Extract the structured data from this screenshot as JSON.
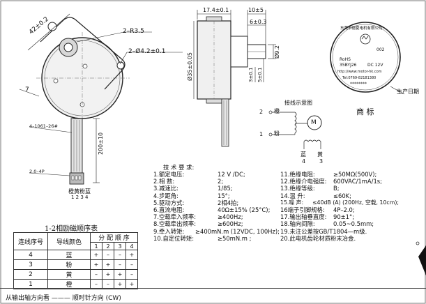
{
  "drawing": {
    "dim_radius": "2–R3.5",
    "dim_holes": "2–Ø4.2±0.1",
    "dim_42": "42±0.2",
    "dim_7": "7",
    "dim_wire": "4–1061–26#",
    "dim_connector": "2.0–4P",
    "dim_200": "200±10",
    "colors_label": "橙黄粉蓝",
    "pins_label": "1 2 3 4",
    "dim_17": "17.4±0.1",
    "dim_10": "10±5",
    "dim_6": "6±0.3",
    "dim_35": "Ø35±0.05",
    "dim_92": "Ø9.2",
    "dim_3": "3±0.1",
    "dim_5": "5±0.1",
    "wiring_title": "接线示意图",
    "w_label_2": "2",
    "w_color_2": "橙",
    "w_label_1": "1",
    "w_color_1": "粉",
    "w_motor": "M",
    "w_blue": "蓝",
    "w_yellow": "黄",
    "w_num4": "4",
    "w_num3": "3",
    "label_pre": "东莞市德夏电机有限公司",
    "label_rohs": "RoHS",
    "label_model": "35BYJ26",
    "label_dc": "DC 12V",
    "label_002": "002",
    "label_web": "http://www.motor-hk.com",
    "label_tel": "Tel:0769-82181380",
    "label_stars": "********",
    "prod_date": "生产日期",
    "trademark": "商    标"
  },
  "specs": {
    "title": "技  术  要  求:",
    "left": [
      {
        "label": "1.额定电压:",
        "value": "12 V /DC;"
      },
      {
        "label": "2.相        数:",
        "value": "2;"
      },
      {
        "label": "3.减速比:",
        "value": "1/85;"
      },
      {
        "label": "4.步距角:",
        "value": "15°;"
      },
      {
        "label": "5.驱动方式:",
        "value": "2相4拍;"
      },
      {
        "label": "6.直流电阻:",
        "value": "40Ω±15% (25°C);"
      },
      {
        "label": "7.空载牵入频率:",
        "value": "≥400Hz;"
      },
      {
        "label": "8.空载牵出频率:",
        "value": "≥600Hz;"
      },
      {
        "label": "9.牵入转矩:",
        "value": "≥400mN.m (12VDC, 100Hz);"
      },
      {
        "label": "10.自定位转矩:",
        "value": "≥50mN.m    ;"
      }
    ],
    "right": [
      {
        "label": "11.绝缘电阻:",
        "value": "≥50MΩ(500V);"
      },
      {
        "label": "12.绝缘介电强度:",
        "value": "600VAC/1mA/1s;"
      },
      {
        "label": "13.绝缘等级:",
        "value": "B;"
      },
      {
        "label": "14.温    升:",
        "value": "≤60K;"
      },
      {
        "label": "15.噪    声:",
        "value": "≤40dB (A) (200Hz, 空载, 10cm);"
      },
      {
        "label": "16端子引脚规格:",
        "value": "4P–2.0;"
      },
      {
        "label": "17.输出轴垂直度:",
        "value": "90±1°;"
      },
      {
        "label": "18.轴向间隙:",
        "value": "0.05~0.5mm;"
      },
      {
        "label": "19.未注公差按GB/T1804—m级.",
        "value": ""
      },
      {
        "label": "20.此电机齿轮材质粉末冶金.",
        "value": ""
      }
    ]
  },
  "phase_table": {
    "title": "1-2相励磁顺序表",
    "col_wire": "连线序号",
    "col_color": "导线颜色",
    "col_seq": "分  配  顺  序",
    "steps": [
      "1",
      "2",
      "3",
      "4"
    ],
    "rows": [
      {
        "no": "4",
        "color": "蓝",
        "cells": [
          "+",
          "–",
          "–",
          "+"
        ]
      },
      {
        "no": "3",
        "color": "粉",
        "cells": [
          "+",
          "+",
          "–",
          "–"
        ]
      },
      {
        "no": "2",
        "color": "黄",
        "cells": [
          "–",
          "+",
          "+",
          "–"
        ]
      },
      {
        "no": "1",
        "color": "橙",
        "cells": [
          "–",
          "–",
          "+",
          "+"
        ]
      }
    ]
  },
  "footer": {
    "direction": "从输出轴方向看 ——— 顺时针方向 (CW)"
  }
}
